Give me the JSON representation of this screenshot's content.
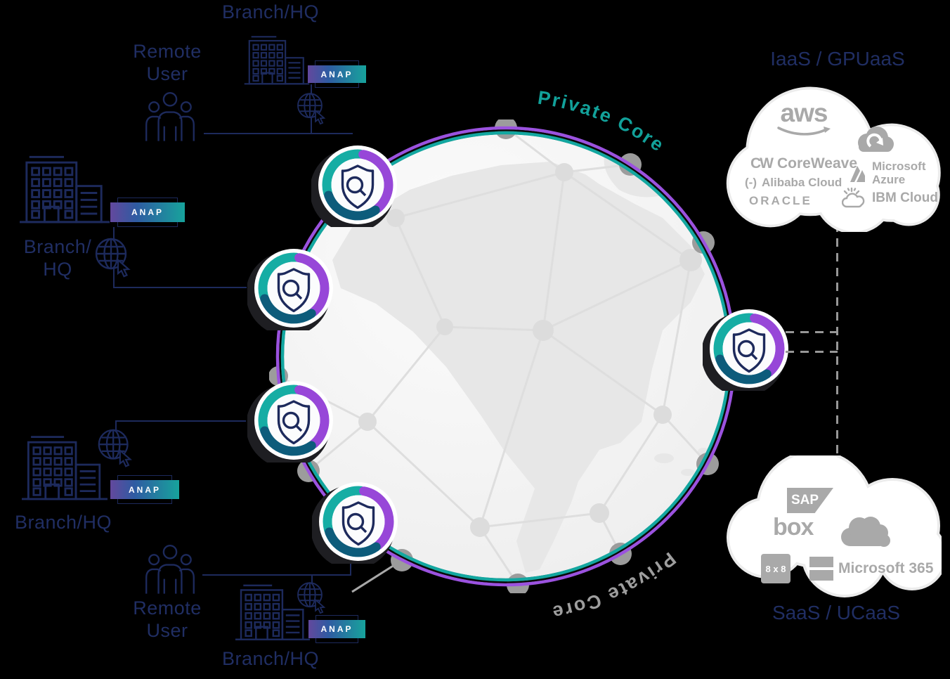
{
  "core": {
    "label_top": "Private Core",
    "label_bottom": "Private Core"
  },
  "groups": {
    "top_branch": {
      "label": "Branch/HQ",
      "badge": "ANAP"
    },
    "top_remote": {
      "label": "Remote User"
    },
    "left_branch": {
      "label": "Branch/\nHQ",
      "badge": "ANAP"
    },
    "lower_branch": {
      "label": "Branch/HQ",
      "badge": "ANAP"
    },
    "bottom_remote": {
      "label": "Remote User"
    },
    "bottom_branch": {
      "label": "Branch/HQ",
      "badge": "ANAP"
    }
  },
  "iaas": {
    "title": "IaaS / GPUaaS",
    "aws": "aws",
    "coreweave_mark": "CW",
    "coreweave": "CoreWeave",
    "alibaba_mark": "(-)",
    "alibaba": "Alibaba Cloud",
    "oracle": "ORACLE",
    "microsoft": "Microsoft",
    "azure": "Azure",
    "ibm": "IBM Cloud"
  },
  "saas": {
    "title": "SaaS / UCaaS",
    "sap": "SAP",
    "box": "box",
    "x8": "8 x 8",
    "m365": "Microsoft 365"
  },
  "colors": {
    "accent_teal": "#13a7a0",
    "accent_purple": "#9b52df",
    "accent_dark_teal": "#0d5c7b",
    "navy_outline": "#1d2a5c",
    "logo_gray": "#a9a9a9",
    "background": "#000000"
  }
}
